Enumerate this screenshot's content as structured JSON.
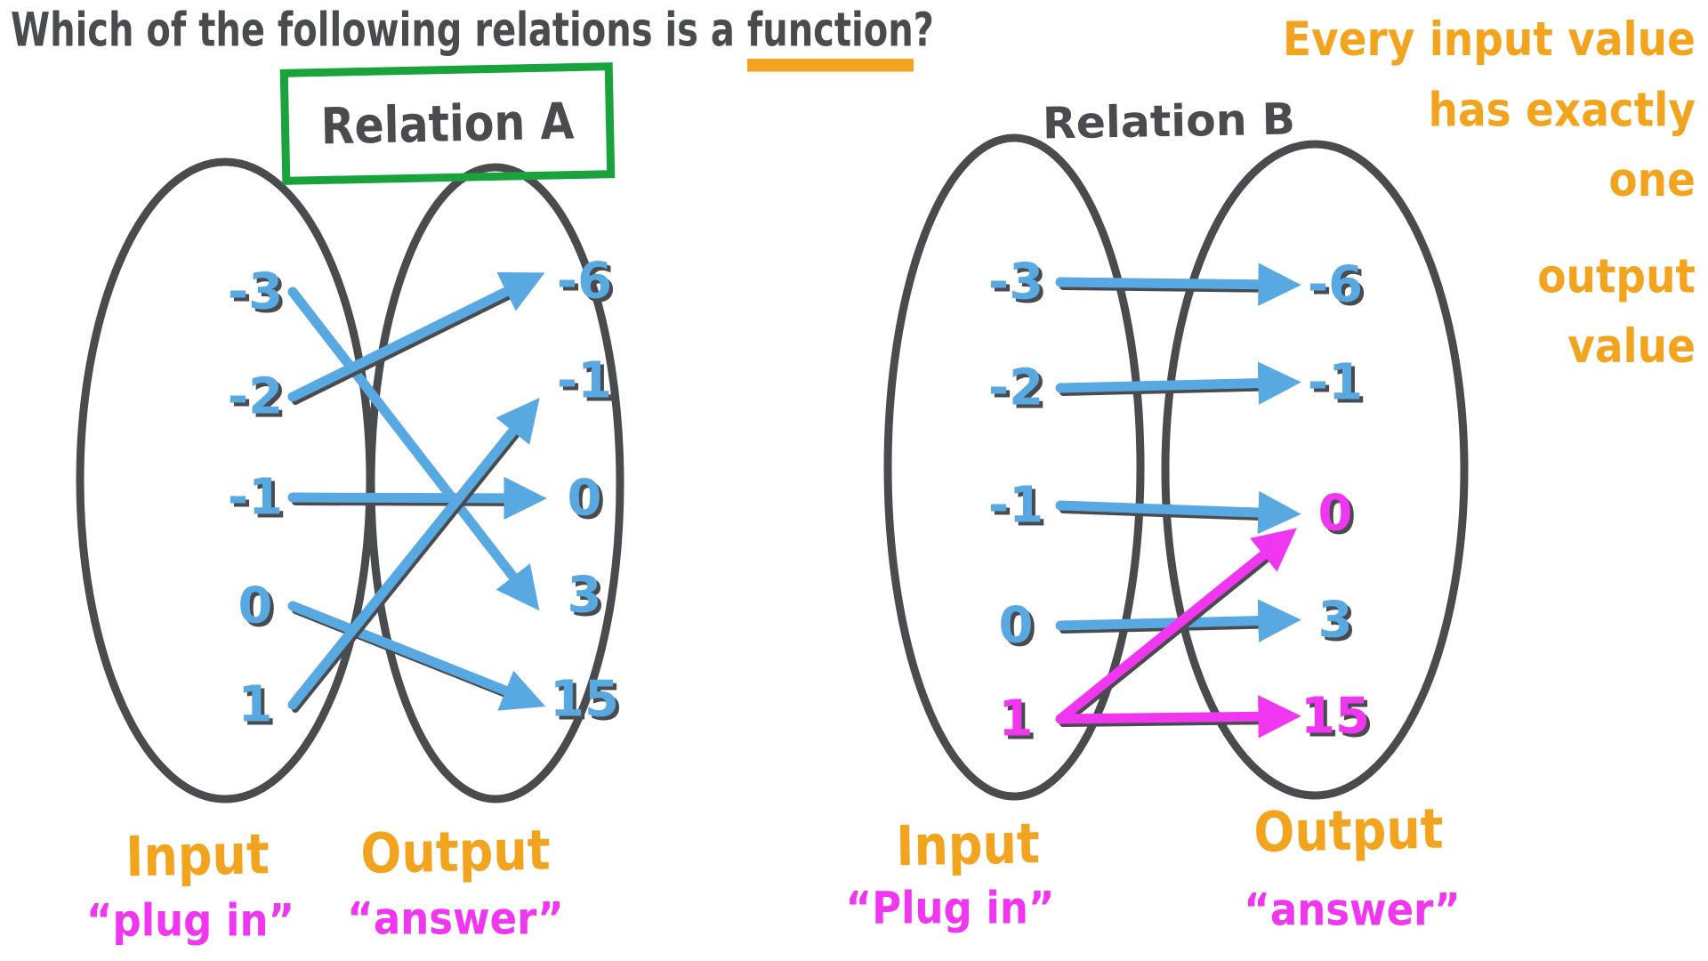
{
  "title": {
    "prefix": "Which of the following relations is a ",
    "underlined_word": "function",
    "suffix": "?"
  },
  "definition_note": {
    "lines": [
      "Every input value",
      "has exactly",
      "one",
      "output",
      "value"
    ]
  },
  "palette": {
    "ink": "#4a4b4e",
    "blue": "#58a8e2",
    "orange": "#f3a41e",
    "magenta": "#f036f0",
    "green": "#1aa33c",
    "background": "#ffffff"
  },
  "relations": [
    {
      "name": "Relation A",
      "boxed": true,
      "box_color": "green",
      "inputs": [
        {
          "value": "-3",
          "color": "blue"
        },
        {
          "value": "-2",
          "color": "blue"
        },
        {
          "value": "-1",
          "color": "blue"
        },
        {
          "value": "0",
          "color": "blue"
        },
        {
          "value": "1",
          "color": "blue"
        }
      ],
      "outputs": [
        {
          "value": "-6",
          "color": "blue"
        },
        {
          "value": "-1",
          "color": "blue"
        },
        {
          "value": "0",
          "color": "blue"
        },
        {
          "value": "3",
          "color": "blue"
        },
        {
          "value": "15",
          "color": "blue"
        }
      ],
      "mappings": [
        {
          "from": "-3",
          "to": "3",
          "color": "blue"
        },
        {
          "from": "-2",
          "to": "-6",
          "color": "blue"
        },
        {
          "from": "-1",
          "to": "0",
          "color": "blue"
        },
        {
          "from": "0",
          "to": "15",
          "color": "blue"
        },
        {
          "from": "1",
          "to": "-1",
          "color": "blue"
        }
      ],
      "column_labels": {
        "input": "Input",
        "input_note": "“plug in”",
        "output": "Output",
        "output_note": "“answer”"
      }
    },
    {
      "name": "Relation B",
      "boxed": false,
      "inputs": [
        {
          "value": "-3",
          "color": "blue"
        },
        {
          "value": "-2",
          "color": "blue"
        },
        {
          "value": "-1",
          "color": "blue"
        },
        {
          "value": "0",
          "color": "blue"
        },
        {
          "value": "1",
          "color": "magenta"
        }
      ],
      "outputs": [
        {
          "value": "-6",
          "color": "blue"
        },
        {
          "value": "-1",
          "color": "blue"
        },
        {
          "value": "0",
          "color": "magenta"
        },
        {
          "value": "3",
          "color": "blue"
        },
        {
          "value": "15",
          "color": "magenta"
        }
      ],
      "mappings": [
        {
          "from": "-3",
          "to": "-6",
          "color": "blue"
        },
        {
          "from": "-2",
          "to": "-1",
          "color": "blue"
        },
        {
          "from": "-1",
          "to": "0",
          "color": "blue"
        },
        {
          "from": "0",
          "to": "3",
          "color": "blue"
        },
        {
          "from": "1",
          "to": "0",
          "color": "magenta"
        },
        {
          "from": "1",
          "to": "15",
          "color": "magenta"
        }
      ],
      "column_labels": {
        "input": "Input",
        "input_note": "“Plug in”",
        "output": "Output",
        "output_note": "“answer”"
      }
    }
  ]
}
